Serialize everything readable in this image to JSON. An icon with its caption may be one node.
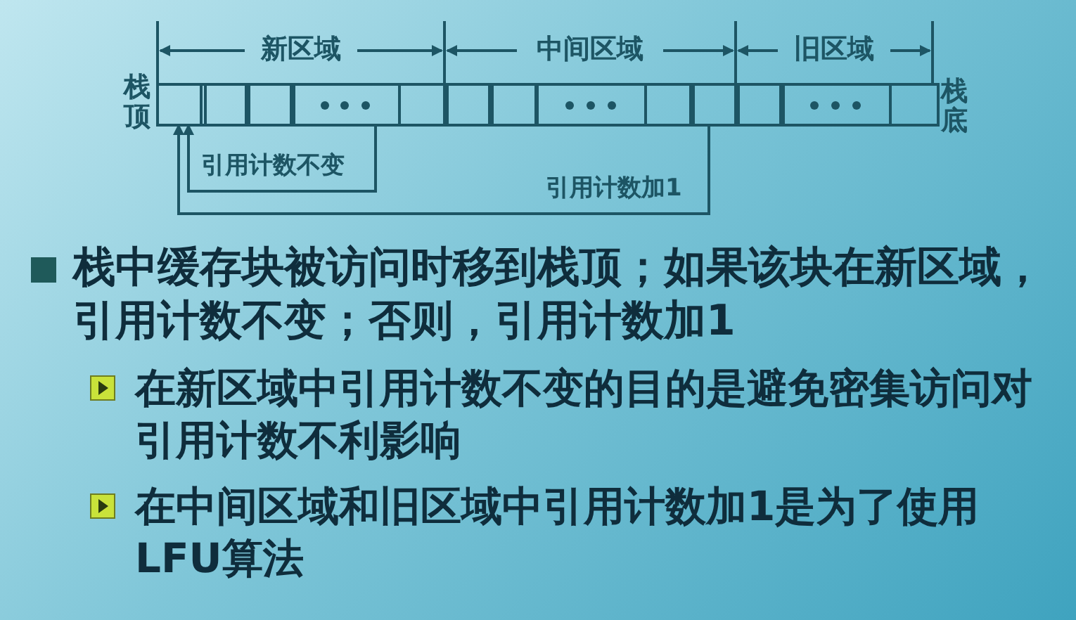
{
  "diagram": {
    "nodes": [
      {
        "text": [],
        "shape": "box"
      },
      {
        "text": [],
        "shape": "box"
      },
      {
        "text": [],
        "shape": "box"
      },
      {
        "text": [],
        "shape": "box"
      },
      {
        "text": [],
        "shape": "box"
      },
      {
        "text": [],
        "shape": "box"
      },
      {
        "text": [],
        "shape": "box"
      },
      {
        "text": [],
        "shape": "box"
      },
      {
        "text": [],
        "shape": "box"
      },
      {
        "text": [],
        "shape": "box"
      },
      {
        "text": [],
        "shape": "box"
      },
      {
        "text": [],
        "shape": "box"
      },
      {
        "text": [],
        "shape": "box"
      }
    ],
    "edges": [
      {
        "from": 3,
        "to": 0,
        "arrow": "to",
        "label": "引用计数不变"
      },
      {
        "from": 9,
        "to": 0,
        "arrow": "to",
        "label": "引用计数加1"
      }
    ],
    "labels": [
      "新区域",
      "中间区域",
      "旧区域",
      "栈顶",
      "栈底",
      "栈中缓存块被访问时移到栈顶；如果该块在新区域，引用计数不变；否则，引用计数加1",
      "在新区域中引用计数不变的目的是避免密集访问对引用计数不利影响",
      "在中间区域和旧区域中引用计数加1是为了使用LFU算法"
    ]
  }
}
